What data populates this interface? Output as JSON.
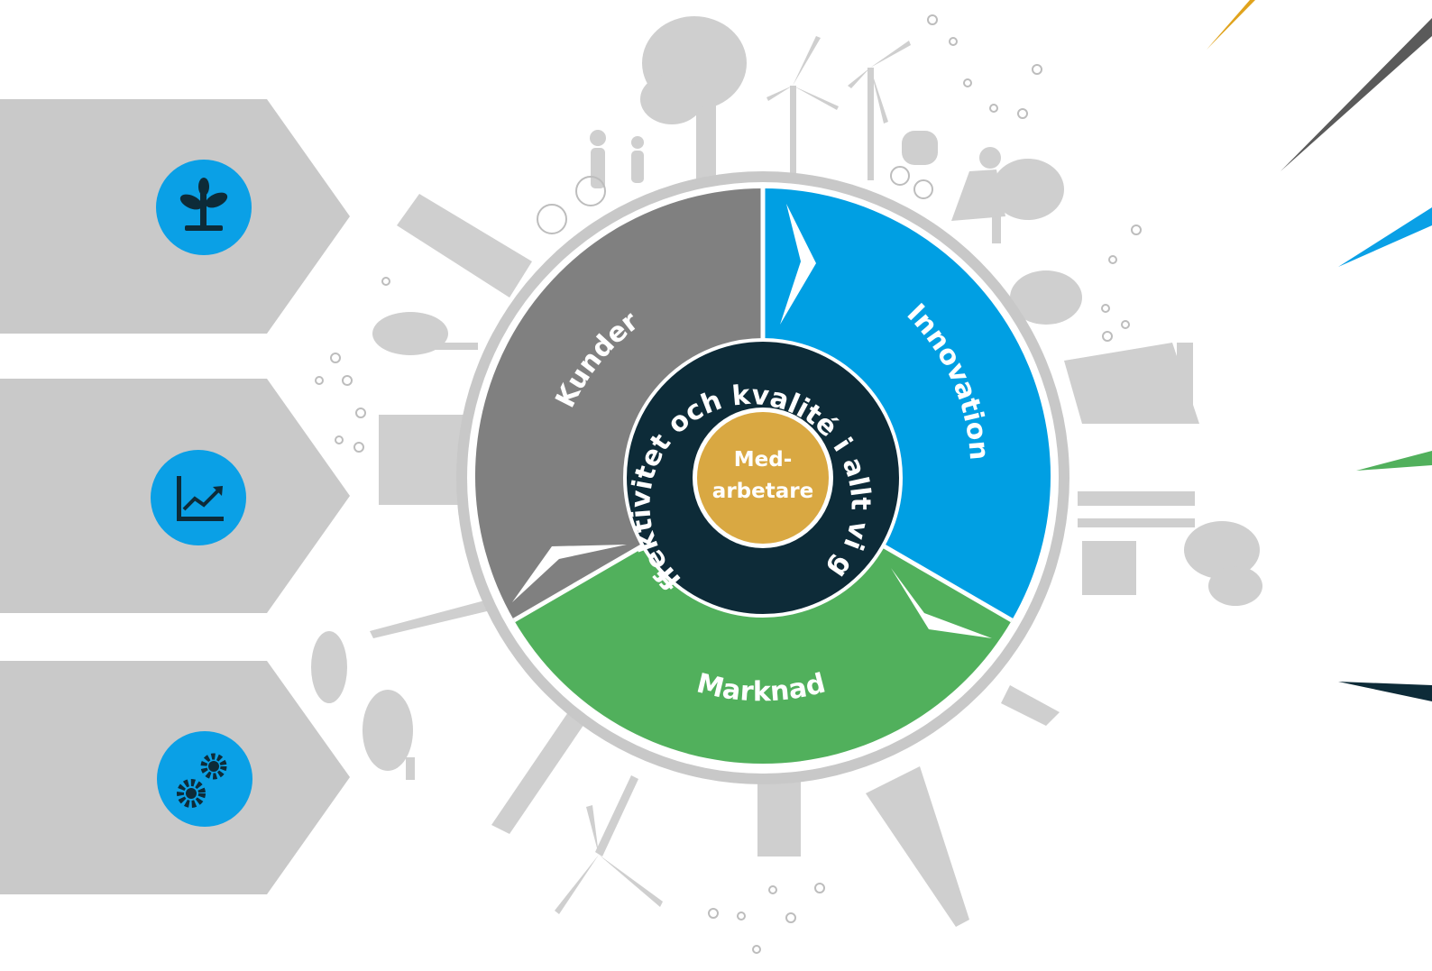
{
  "diagram": {
    "segments": [
      {
        "id": "kunder",
        "label": "Kunder",
        "color": "#808080"
      },
      {
        "id": "innovation",
        "label": "Innovation",
        "color": "#009fe3"
      },
      {
        "id": "marknad",
        "label": "Marknad",
        "color": "#51b05c"
      }
    ],
    "ring_text": "Effektivitet och kvalité i allt vi gör",
    "core": {
      "line1": "Med-",
      "line2": "arbetare",
      "color": "#d9a842"
    },
    "ring_color": "#0d2b38",
    "outline_color": "#c8c8c8"
  },
  "side_tabs": [
    {
      "icon": "plant-icon"
    },
    {
      "icon": "growth-chart-icon"
    },
    {
      "icon": "gears-icon"
    }
  ],
  "streaks": [
    {
      "color": "#e0a31c"
    },
    {
      "color": "#5a5a5a"
    },
    {
      "color": "#0aa0e6"
    },
    {
      "color": "#51b05c"
    },
    {
      "color": "#0d2b38"
    }
  ]
}
